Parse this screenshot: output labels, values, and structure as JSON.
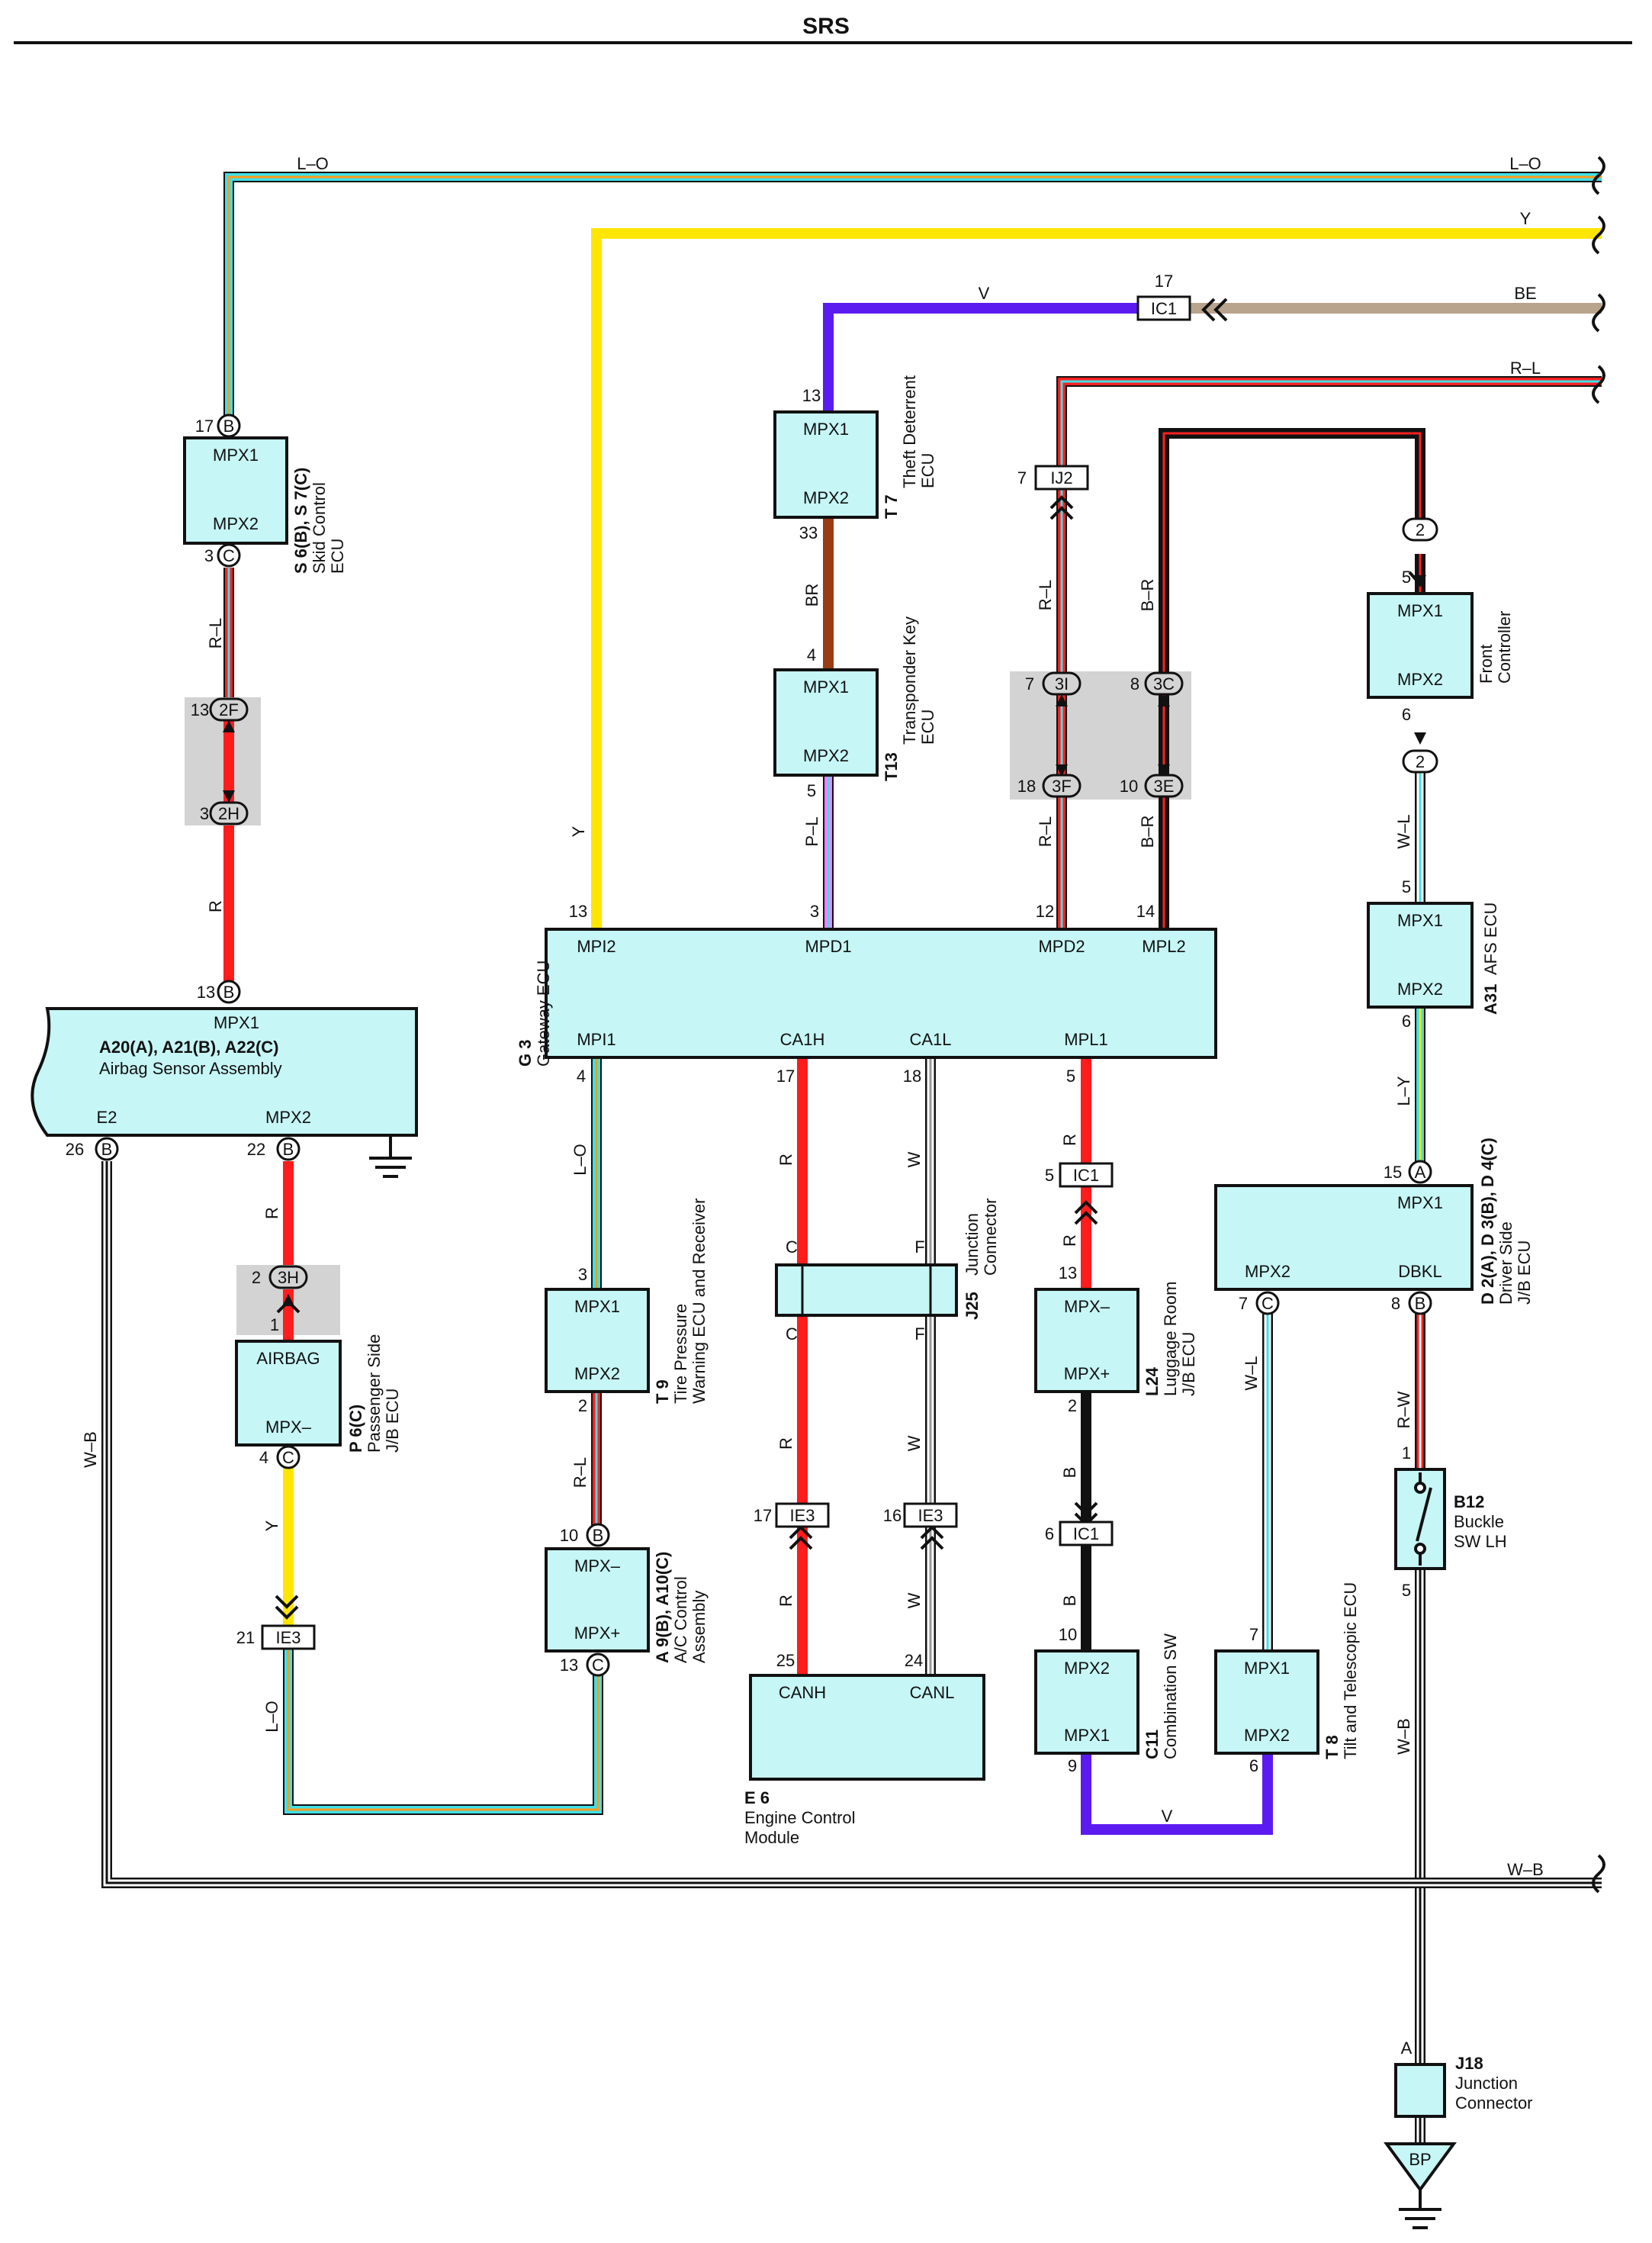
{
  "header": {
    "title": "SRS"
  },
  "colors": {
    "L-O": [
      "#3ee0e8",
      "#ff9a1a"
    ],
    "Y": [
      "#ffe600",
      "#ffe600"
    ],
    "V": [
      "#5b1bf0",
      "#5b1bf0"
    ],
    "BE": [
      "#b8a48c",
      "#b8a48c"
    ],
    "R-L": [
      "#ff2020",
      "#3ee0e8"
    ],
    "B-R": [
      "#111111",
      "#ff2020"
    ],
    "BR": [
      "#9b3b12",
      "#9b3b12"
    ],
    "P-L": [
      "#ff7dff",
      "#3ee0e8"
    ],
    "R": [
      "#ff1c1c",
      "#ff1c1c"
    ],
    "W": [
      "#ffffff",
      "#9a9a9a"
    ],
    "B": [
      "#111111",
      "#111111"
    ],
    "W-B": [
      "#ffffff",
      "#111111"
    ],
    "W-L": [
      "#ffffff",
      "#3ee0e8"
    ],
    "L-Y": [
      "#3ee0e8",
      "#ffe600"
    ],
    "R-W": [
      "#ff2020",
      "#ffffff"
    ],
    "box_fill": "#c6f6f6",
    "shade": "#d3d3d3"
  },
  "wires": {
    "lo_top": "L–O",
    "lo_top_right": "L–O",
    "y_right": "Y",
    "y_left": "Y",
    "v_top": "V",
    "be": "BE",
    "rl_top": "R–L",
    "rl_left": "R–L",
    "r_left": "R",
    "r_pass": "R",
    "y_pass": "Y",
    "lo_bottom": "L–O",
    "wb_left": "W–B",
    "wb_right": "W–B",
    "br": "BR",
    "pl": "P–L",
    "rl_ij2": "R–L",
    "rl_3f": "R–L",
    "br_3c": "B–R",
    "br_3e": "B–R",
    "lo_mpi1": "L–O",
    "rl_t9": "R–L",
    "r_ca1h": "R",
    "w_ca1l": "W",
    "r_j25": "R",
    "w_j25": "W",
    "r_ie3": "R",
    "w_ie3": "W",
    "r_mpl1": "R",
    "r_ic1": "R",
    "b_l24": "B",
    "b_ic1": "B",
    "v_bottom": "V",
    "wl_front": "W–L",
    "ly_afs": "L–Y",
    "wl_t8": "W–L",
    "rw": "R–W",
    "wb_b12": "W–B"
  },
  "pins": {
    "ic1_top": "17",
    "s6_17": "17",
    "s6_3": "3",
    "t7_13": "13",
    "t7_33": "33",
    "t13_4": "4",
    "t13_5": "5",
    "ij2_7": "7",
    "j3i": "7",
    "j3c": "8",
    "j3f": "18",
    "j3e": "10",
    "front_5": "5",
    "front_6": "6",
    "j2f": "13",
    "j2h": "3",
    "abs_13": "13",
    "abs_26": "26",
    "abs_22": "22",
    "g3_13": "13",
    "g3_3": "3",
    "g3_12": "12",
    "g3_14": "14",
    "g3_4": "4",
    "g3_17": "17",
    "g3_18": "18",
    "g3_5": "5",
    "afs_5": "5",
    "afs_6": "6",
    "d2_15": "15",
    "d2_7": "7",
    "d2_8": "8",
    "j3h": "2",
    "p6_1": "1",
    "p6_4": "4",
    "ie3_21": "21",
    "t9_3": "3",
    "t9_2": "2",
    "a9_10": "10",
    "a9_13": "13",
    "ic1b_5": "5",
    "l24_13": "13",
    "l24_2": "2",
    "ic1c_6": "6",
    "c11_10": "10",
    "c11_9": "9",
    "t8_7": "7",
    "t8_6": "6",
    "b12_1": "1",
    "b12_5": "5",
    "ie3_17": "17",
    "ie3_16": "16",
    "e6_25": "25",
    "e6_24": "24",
    "j18_a": "A"
  },
  "letters": {
    "b": "B",
    "c": "C",
    "a": "A",
    "j25_c1": "C",
    "j25_f1": "F",
    "j25_c2": "C",
    "j25_f2": "F",
    "two": "2",
    "j2f": "2F",
    "j2h": "2H",
    "j3h": "3H",
    "j3i": "3I",
    "j3c": "3C",
    "j3f": "3F",
    "j3e": "3E"
  },
  "tags": {
    "ic1": "IC1",
    "ij2": "IJ2",
    "ie3": "IE3"
  },
  "components": {
    "s6": {
      "pin_top": "MPX1",
      "pin_bot": "MPX2",
      "code": "S 6(B), S 7(C)",
      "name1": "Skid Control",
      "name2": "ECU"
    },
    "t7": {
      "pin_top": "MPX1",
      "pin_bot": "MPX2",
      "code": "T 7",
      "name1": "Theft Deterrent",
      "name2": "ECU"
    },
    "t13": {
      "pin_top": "MPX1",
      "pin_bot": "MPX2",
      "code": "T13",
      "name1": "Transponder Key",
      "name2": "ECU"
    },
    "front": {
      "pin_top": "MPX1",
      "pin_bot": "MPX2",
      "name1": "Front",
      "name2": "Controller"
    },
    "afs": {
      "pin_top": "MPX1",
      "pin_bot": "MPX2",
      "code": "A31",
      "name1": "AFS ECU"
    },
    "abs": {
      "pin_top": "MPX1",
      "code": "A20(A), A21(B), A22(C)",
      "name1": "Airbag Sensor Assembly",
      "pin_e2": "E2",
      "pin_mpx2": "MPX2"
    },
    "g3": {
      "code": "G 3",
      "name1": "Gateway ECU",
      "mpi2": "MPI2",
      "mpd1": "MPD1",
      "mpd2": "MPD2",
      "mpl2": "MPL2",
      "mpi1": "MPI1",
      "ca1h": "CA1H",
      "ca1l": "CA1L",
      "mpl1": "MPL1"
    },
    "d2": {
      "pin_top": "MPX1",
      "pin_left": "MPX2",
      "pin_right": "DBKL",
      "code": "D 2(A), D 3(B), D 4(C)",
      "name1": "Driver Side",
      "name2": "J/B ECU"
    },
    "p6": {
      "pin_top": "AIRBAG",
      "pin_bot": "MPX–",
      "code": "P 6(C)",
      "name1": "Passenger Side",
      "name2": "J/B ECU"
    },
    "t9": {
      "pin_top": "MPX1",
      "pin_bot": "MPX2",
      "code": "T 9",
      "name1": "Tire Pressure",
      "name2": "Warning ECU and Receiver"
    },
    "a9": {
      "pin_top": "MPX–",
      "pin_bot": "MPX+",
      "code": "A 9(B), A10(C)",
      "name1": "A/C Control",
      "name2": "Assembly"
    },
    "j25": {
      "code": "J25",
      "name1": "Junction",
      "name2": "Connector"
    },
    "l24": {
      "pin_top": "MPX–",
      "pin_bot": "MPX+",
      "code": "L24",
      "name1": "Luggage Room",
      "name2": "J/B ECU"
    },
    "e6": {
      "pin_left": "CANH",
      "pin_right": "CANL",
      "code": "E 6",
      "name1": "Engine Control",
      "name2": "Module"
    },
    "c11": {
      "pin_top": "MPX2",
      "pin_bot": "MPX1",
      "code": "C11",
      "name1": "Combination SW"
    },
    "t8": {
      "pin_top": "MPX1",
      "pin_bot": "MPX2",
      "code": "T 8",
      "name1": "Tilt and Telescopic ECU"
    },
    "b12": {
      "code": "B12",
      "name1": "Buckle",
      "name2": "SW LH"
    },
    "j18": {
      "code": "J18",
      "name1": "Junction",
      "name2": "Connector"
    },
    "ground": {
      "label": "BP"
    }
  }
}
